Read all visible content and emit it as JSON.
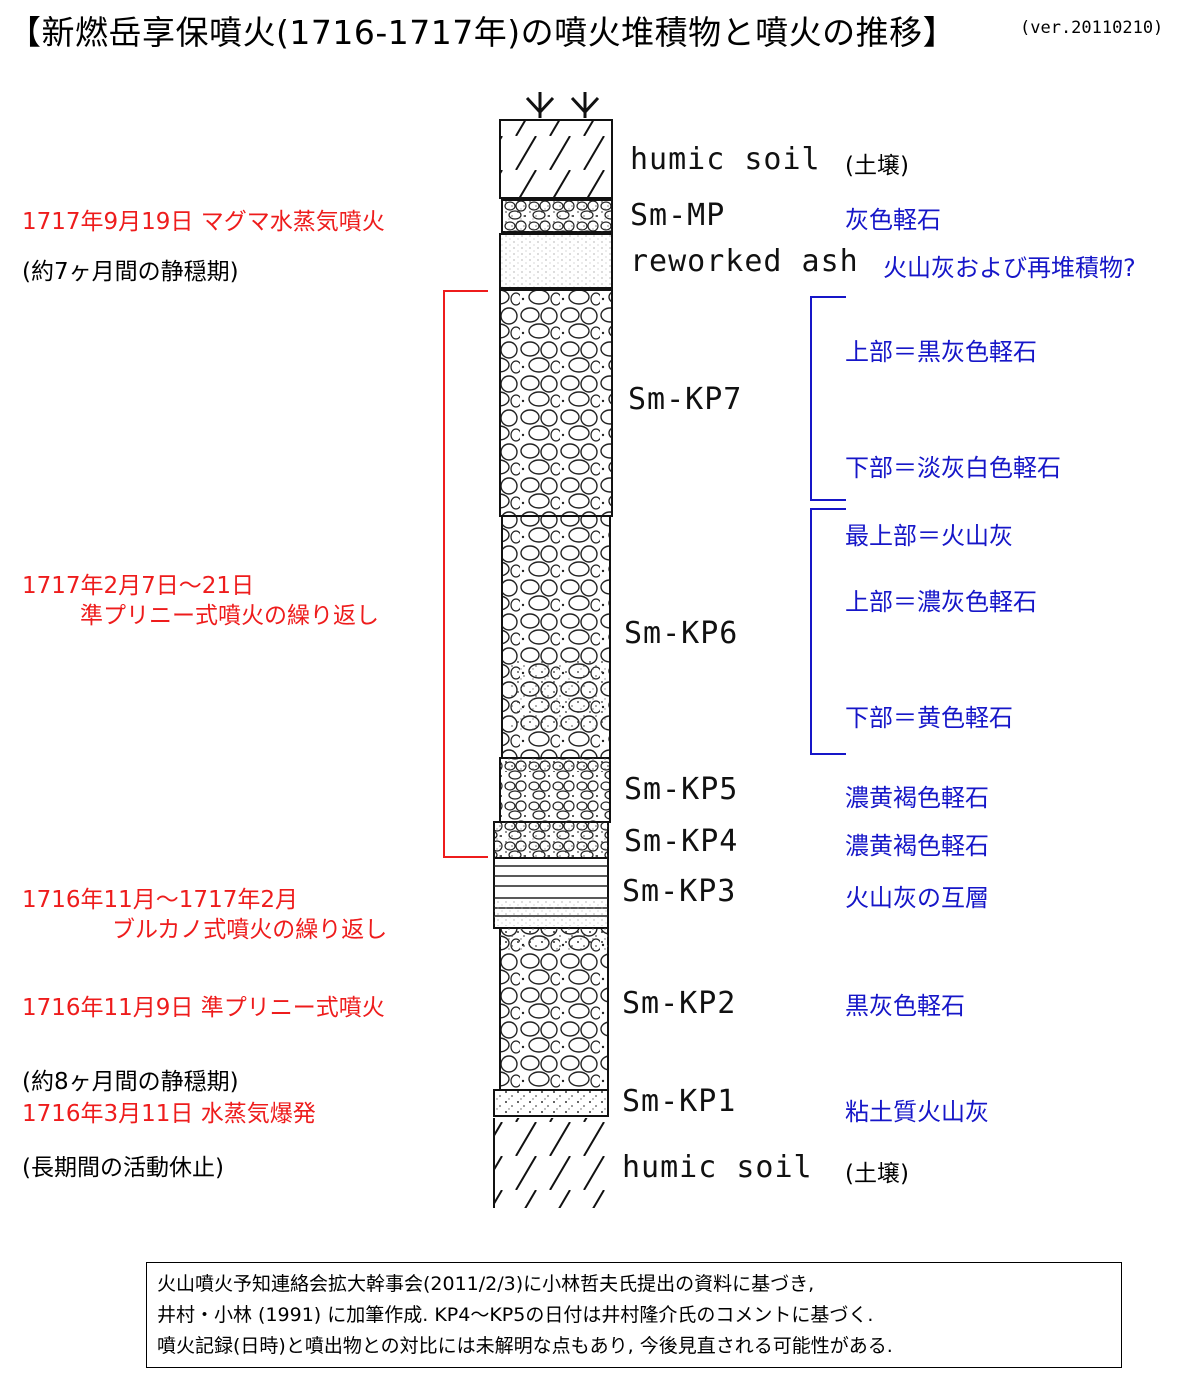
{
  "title": "【新燃岳享保噴火(1716-1717年)の噴火堆積物と噴火の推移】",
  "version": "(ver.20110210)",
  "layers": [
    {
      "id": "humic-top",
      "label": "humic soil",
      "desc": "(土壌)"
    },
    {
      "id": "mp",
      "label": "Sm-MP",
      "desc": "灰色軽石"
    },
    {
      "id": "reworked",
      "label": "reworked ash",
      "desc": "火山灰および再堆積物?"
    },
    {
      "id": "kp7",
      "label": "Sm-KP7"
    },
    {
      "id": "kp6",
      "label": "Sm-KP6"
    },
    {
      "id": "kp5",
      "label": "Sm-KP5",
      "desc": "濃黄褐色軽石"
    },
    {
      "id": "kp4",
      "label": "Sm-KP4",
      "desc": "濃黄褐色軽石"
    },
    {
      "id": "kp3",
      "label": "Sm-KP3",
      "desc": "火山灰の互層"
    },
    {
      "id": "kp2",
      "label": "Sm-KP2",
      "desc": "黒灰色軽石"
    },
    {
      "id": "kp1",
      "label": "Sm-KP1",
      "desc": "粘土質火山灰"
    },
    {
      "id": "humic-bottom",
      "label": "humic soil",
      "desc": "(土壌)"
    }
  ],
  "kp7_notes": [
    "上部＝黒灰色軽石",
    "下部＝淡灰白色軽石"
  ],
  "kp6_notes": [
    "最上部＝火山灰",
    "上部＝濃灰色軽石",
    "下部＝黄色軽石"
  ],
  "events": [
    {
      "id": "ev-mp",
      "text": "1717年9月19日  マグマ水蒸気噴火"
    },
    {
      "id": "ev-kp47-date",
      "text": "1717年2月7日～21日"
    },
    {
      "id": "ev-kp47-desc",
      "text": "準プリニー式噴火の繰り返し"
    },
    {
      "id": "ev-kp3-date",
      "text": "1716年11月～1717年2月"
    },
    {
      "id": "ev-kp3-desc",
      "text": "ブルカノ式噴火の繰り返し"
    },
    {
      "id": "ev-kp2",
      "text": "1716年11月9日  準プリニー式噴火"
    },
    {
      "id": "ev-kp1",
      "text": "1716年3月11日  水蒸気爆発"
    }
  ],
  "quiet_periods": [
    "(約7ヶ月間の静穏期)",
    "(約8ヶ月間の静穏期)",
    "(長期間の活動休止)"
  ],
  "note_lines": [
    "火山噴火予知連絡会拡大幹事会(2011/2/3)に小林哲夫氏提出の資料に基づき,",
    "井村・小林 (1991) に加筆作成. KP4～KP5の日付は井村隆介氏のコメントに基づく.",
    "噴火記録(日時)と噴出物との対比には未解明な点もあり, 今後見直される可能性がある."
  ],
  "colors": {
    "event_red": "#ee1c1c",
    "note_blue": "#1616c8",
    "text_black": "#000000"
  }
}
